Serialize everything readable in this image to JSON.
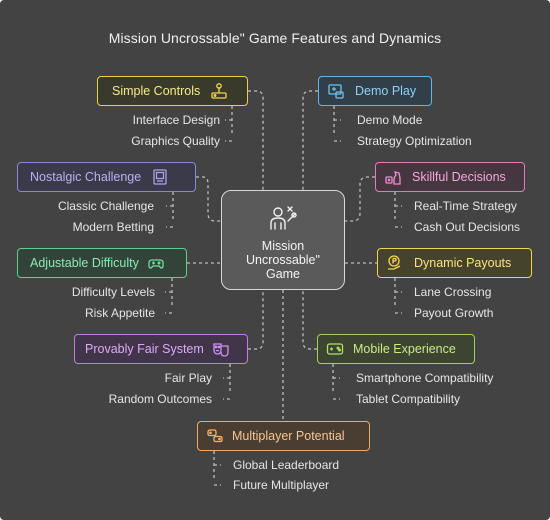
{
  "title": "Mission Uncrossable\" Game Features and Dynamics",
  "center": {
    "label": "Mission\nUncrossable\"\nGame",
    "icon": "person-decision-icon"
  },
  "features": {
    "simple_controls": {
      "label": "Simple Controls",
      "icon": "joystick-icon",
      "color": "#e8d04a",
      "fill": "#3a3a2c",
      "items": [
        "Interface Design",
        "Graphics Quality"
      ]
    },
    "demo_play": {
      "label": "Demo Play",
      "icon": "gamepad-screen-icon",
      "color": "#5cb8e6",
      "fill": "#323f48",
      "items": [
        "Demo Mode",
        "Strategy Optimization"
      ]
    },
    "nostalgic_challenge": {
      "label": "Nostalgic Challenge",
      "icon": "arcade-icon",
      "color": "#8d86d8",
      "fill": "#3b3a4b",
      "items": [
        "Classic Challenge",
        "Modern Betting"
      ]
    },
    "skillful_decisions": {
      "label": "Skillful Decisions",
      "icon": "chess-knight-icon",
      "color": "#e07cc0",
      "fill": "#45363f",
      "items": [
        "Real-Time Strategy",
        "Cash Out Decisions"
      ]
    },
    "adjustable_difficulty": {
      "label": "Adjustable Difficulty",
      "icon": "controller-icon",
      "color": "#5ed08c",
      "fill": "#32443a",
      "items": [
        "Difficulty Levels",
        "Risk Appetite"
      ]
    },
    "dynamic_payouts": {
      "label": "Dynamic Payouts",
      "icon": "coin-hand-icon",
      "color": "#f0d44c",
      "fill": "#46432c",
      "items": [
        "Lane Crossing",
        "Payout Growth"
      ]
    },
    "provably_fair": {
      "label": "Provably Fair System",
      "icon": "theater-masks-icon",
      "color": "#c07ee0",
      "fill": "#413649",
      "items": [
        "Fair Play",
        "Random Outcomes"
      ]
    },
    "mobile_experience": {
      "label": "Mobile Experience",
      "icon": "mobile-game-icon",
      "color": "#a4d05a",
      "fill": "#3d4532",
      "items": [
        "Smartphone Compatibility",
        "Tablet Compatibility"
      ]
    },
    "multiplayer_potential": {
      "label": "Multiplayer Potential",
      "icon": "multiplayer-controllers-icon",
      "color": "#f0a868",
      "fill": "#4a3d31",
      "items": [
        "Global Leaderboard",
        "Future Multiplayer"
      ]
    }
  }
}
